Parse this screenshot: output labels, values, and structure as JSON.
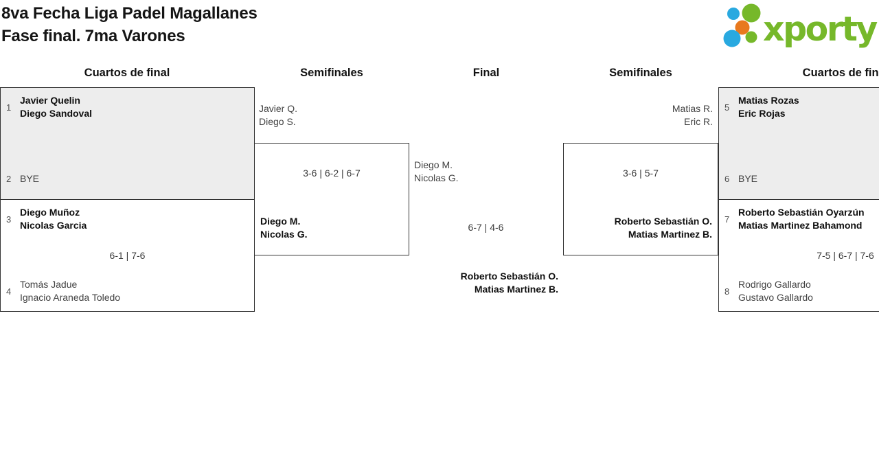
{
  "header": {
    "title_line1": "8va Fecha Liga Padel Magallanes",
    "title_line2": "Fase final. 7ma Varones",
    "brand": "xporty"
  },
  "round_headers": [
    "Cuartos de final",
    "Semifinales",
    "Final",
    "Semifinales",
    "Cuartos de final"
  ],
  "colors": {
    "brand_green": "#76B82A",
    "brand_blue": "#29A9E0",
    "brand_orange": "#E8791E",
    "bye_box_fill": "#EDEDED",
    "box_border": "#333333",
    "winner_text": "#101010",
    "muted_text": "#424242"
  },
  "matches": {
    "qf_left_1": {
      "seed_top": "1",
      "top_line1": "Javier Quelin",
      "top_line2": "Diego Sandoval",
      "seed_bottom": "2",
      "bottom_line1": "BYE",
      "score": ""
    },
    "qf_left_2": {
      "seed_top": "3",
      "top_line1": "Diego Muñoz",
      "top_line2": "Nicolas Garcia",
      "score": "6-1 | 7-6",
      "seed_bottom": "4",
      "bottom_line1": "Tomás Jadue",
      "bottom_line2": "Ignacio Araneda Toledo"
    },
    "sf_left": {
      "top_line1": "Javier Q.",
      "top_line2": "Diego S.",
      "score": "3-6 | 6-2 | 6-7",
      "winner_line1": "Diego M.",
      "winner_line2": "Nicolas G."
    },
    "final": {
      "left_line1": "Diego M.",
      "left_line2": "Nicolas G.",
      "score": "6-7 | 4-6",
      "winner_line1": "Roberto Sebastián O.",
      "winner_line2": "Matias Martinez B."
    },
    "sf_right": {
      "top_line1": "Matias R.",
      "top_line2": "Eric R.",
      "score": "3-6 | 5-7",
      "winner_line1": "Roberto Sebastián O.",
      "winner_line2": "Matias Martinez B."
    },
    "qf_right_1": {
      "seed_top": "5",
      "top_line1": "Matias Rozas",
      "top_line2": "Eric Rojas",
      "seed_bottom": "6",
      "bottom_line1": "BYE",
      "score": ""
    },
    "qf_right_2": {
      "seed_top": "7",
      "top_line1": "Roberto Sebastián Oyarzún",
      "top_line2": "Matias Martinez Bahamond",
      "score": "7-5 | 6-7 | 7-6",
      "seed_bottom": "8",
      "bottom_line1": "Rodrigo Gallardo",
      "bottom_line2": "Gustavo Gallardo"
    }
  }
}
